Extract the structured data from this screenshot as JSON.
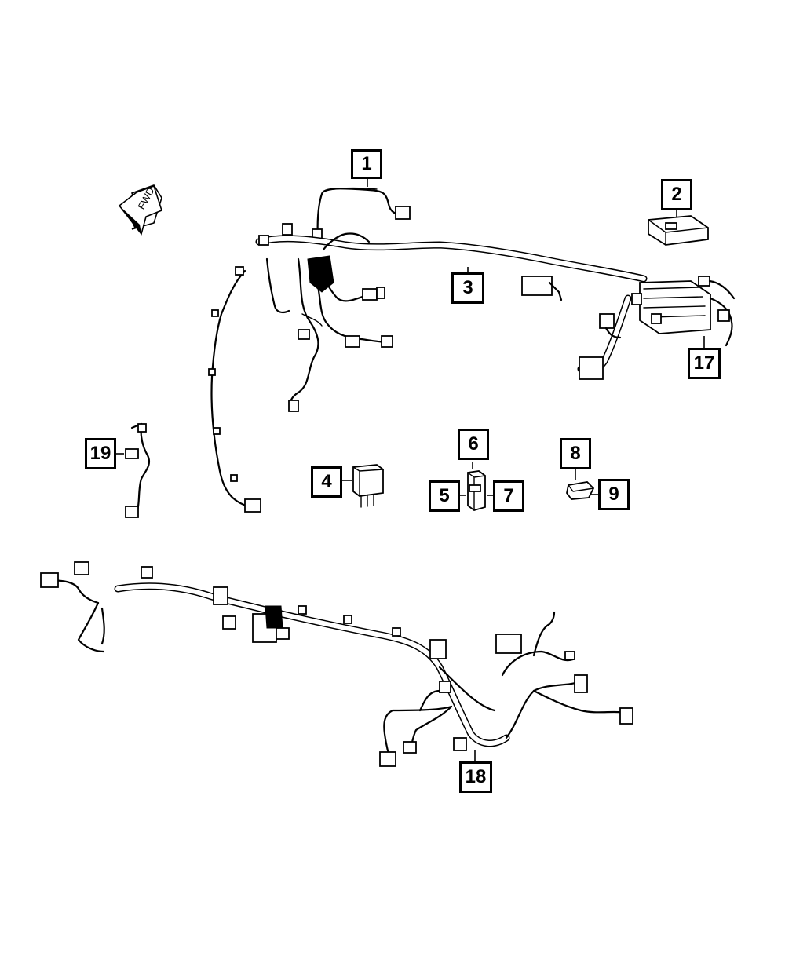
{
  "fwd_arrow": {
    "label": "FWD"
  },
  "callouts": {
    "c1": "1",
    "c2": "2",
    "c3": "3",
    "c4": "4",
    "c5": "5",
    "c6": "6",
    "c7": "7",
    "c8": "8",
    "c9": "9",
    "c17": "17",
    "c18": "18",
    "c19": "19"
  }
}
